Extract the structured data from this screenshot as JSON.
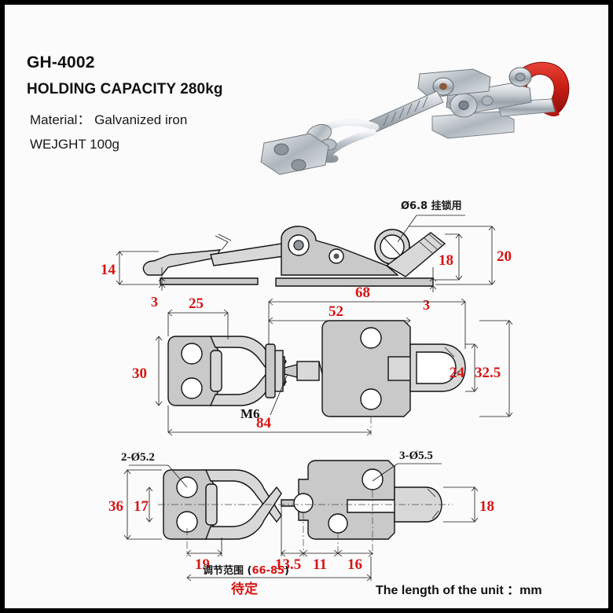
{
  "product": {
    "model": "GH-4002",
    "capacity": "HOLDING CAPACITY 280kg",
    "material": "Material： Galvanized iron",
    "weight": "WEJGHT 100g"
  },
  "footer": {
    "unit_note": "The length of the unit ：mm"
  },
  "drawings": {
    "side_view": {
      "dims": [
        "14",
        "3",
        "18",
        "20",
        "3"
      ],
      "callout": "Ø6.8 挂锁用"
    },
    "top_view": {
      "dims": [
        "25",
        "68",
        "52",
        "30",
        "24",
        "32.5",
        "84"
      ],
      "thread_label": "M6"
    },
    "bottom_view": {
      "dims": [
        "36",
        "17",
        "19",
        "13.5",
        "11",
        "16",
        "18"
      ],
      "hole_left": "2-Ø5.2",
      "hole_right": "3-Ø5.5",
      "range_label": "调节范围 (66-85)",
      "tbd_label": "待定"
    }
  },
  "colors": {
    "dimension_red": "#d61515",
    "handle_red": "#cc1f15",
    "metal": "#c9c9c9",
    "border": "#000000"
  }
}
